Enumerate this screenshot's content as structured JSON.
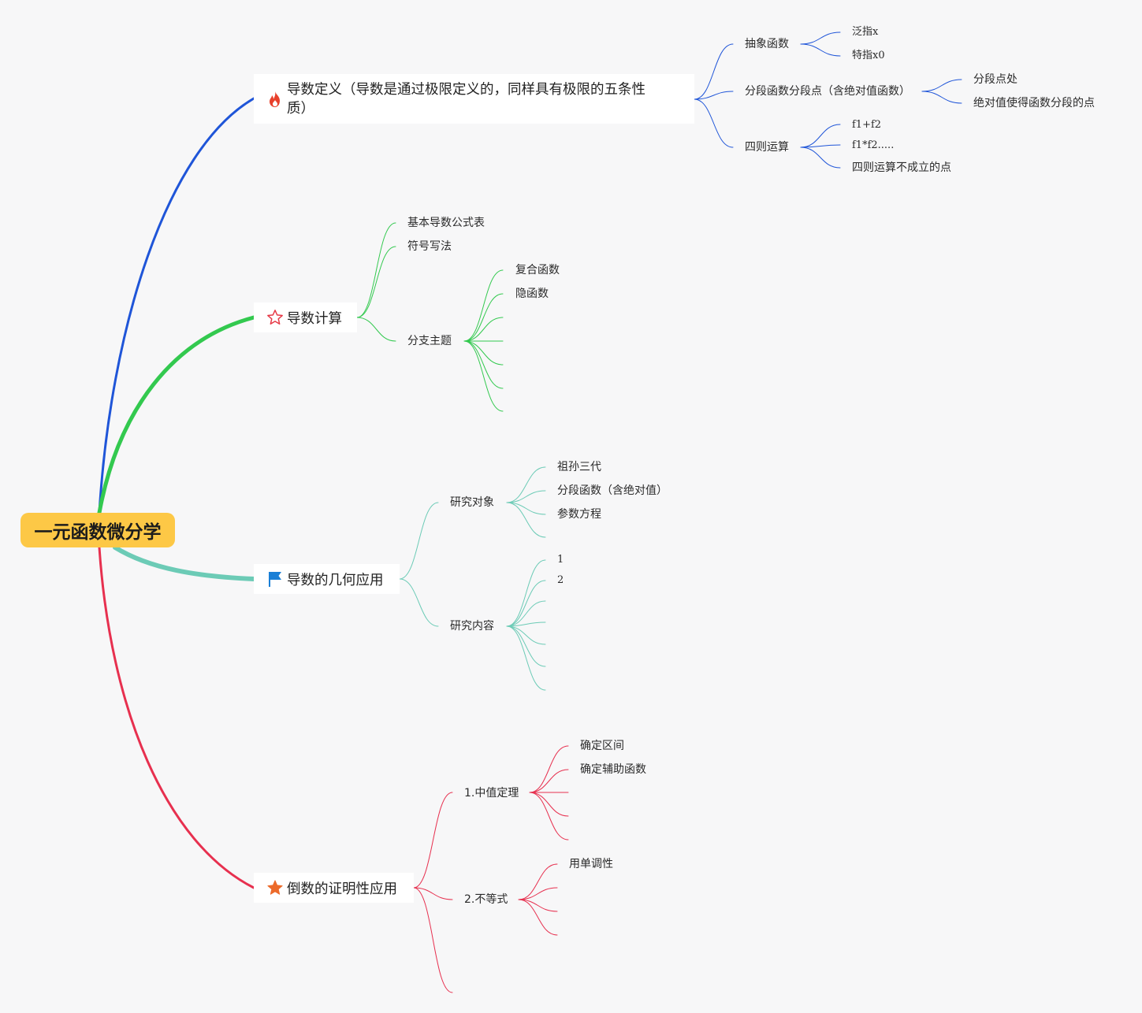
{
  "root": {
    "label": "一元函数微分学"
  },
  "colors": {
    "root_bg": "#fdc846",
    "branch_definition": "#1f55d8",
    "branch_calculation": "#33c94f",
    "branch_geometry": "#6ccbb6",
    "branch_proof": "#e7304f"
  },
  "branches": [
    {
      "label": "导数定义（导数是通过极限定义的，同样具有极限的五条性质）",
      "icon": "fire-icon",
      "children": [
        {
          "label": "抽象函数",
          "children": [
            "泛指x",
            "特指x0"
          ]
        },
        {
          "label": "分段函数分段点（含绝对值函数）",
          "children": [
            "分段点处",
            "绝对值使得函数分段的点"
          ]
        },
        {
          "label": "四则运算",
          "children": [
            "f1+f2",
            "f1*f2.....",
            "四则运算不成立的点"
          ]
        }
      ]
    },
    {
      "label": "导数计算",
      "icon": "star-outline-icon",
      "children": [
        {
          "label": "基本导数公式表"
        },
        {
          "label": "符号写法"
        },
        {
          "label": "分支主题",
          "children": [
            "复合函数",
            "隐函数",
            "",
            "",
            "",
            "",
            ""
          ]
        }
      ]
    },
    {
      "label": "导数的几何应用",
      "icon": "flag-icon",
      "children": [
        {
          "label": "研究对象",
          "children": [
            "祖孙三代",
            "分段函数（含绝对值）",
            "参数方程",
            ""
          ]
        },
        {
          "label": "研究内容",
          "children": [
            "1",
            "2",
            "",
            "",
            "",
            "",
            ""
          ]
        }
      ]
    },
    {
      "label": "倒数的证明性应用",
      "icon": "star-filled-icon",
      "children": [
        {
          "label": "1.中值定理",
          "children": [
            "确定区间",
            "确定辅助函数",
            "",
            "",
            ""
          ]
        },
        {
          "label": "2.不等式",
          "children": [
            "用单调性",
            "",
            "",
            ""
          ]
        },
        {
          "label": ""
        }
      ]
    }
  ]
}
